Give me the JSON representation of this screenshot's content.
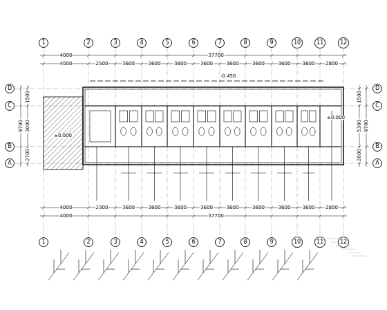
{
  "diagram": {
    "nodes": [
      {
        "text": [
          "1"
        ]
      },
      {
        "text": [
          "2"
        ]
      },
      {
        "text": [
          "3"
        ]
      },
      {
        "text": [
          "4"
        ]
      },
      {
        "text": [
          "5"
        ]
      },
      {
        "text": [
          "6"
        ]
      },
      {
        "text": [
          "7"
        ]
      },
      {
        "text": [
          "8"
        ]
      },
      {
        "text": [
          "9"
        ]
      },
      {
        "text": [
          "10"
        ]
      },
      {
        "text": [
          "11"
        ]
      },
      {
        "text": [
          "12"
        ]
      },
      {
        "text": [
          "D"
        ]
      },
      {
        "text": [
          "C"
        ]
      },
      {
        "text": [
          "B"
        ]
      },
      {
        "text": [
          "A"
        ]
      },
      {
        "text": [
          "D"
        ]
      },
      {
        "text": [
          "C"
        ]
      },
      {
        "text": [
          "B"
        ]
      },
      {
        "text": [
          "A"
        ]
      },
      {
        "text": [
          "1"
        ]
      },
      {
        "text": [
          "2"
        ]
      },
      {
        "text": [
          "3"
        ]
      },
      {
        "text": [
          "4"
        ]
      },
      {
        "text": [
          "5"
        ]
      },
      {
        "text": [
          "6"
        ]
      },
      {
        "text": [
          "7"
        ]
      },
      {
        "text": [
          "8"
        ]
      },
      {
        "text": [
          "9"
        ]
      },
      {
        "text": [
          "10"
        ]
      },
      {
        "text": [
          "11"
        ]
      },
      {
        "text": [
          "12"
        ]
      }
    ],
    "labels": [
      "4000",
      "37700",
      "4000",
      "2500",
      "3600",
      "3600",
      "3600",
      "3600",
      "3600",
      "3600",
      "3600",
      "3600",
      "2800",
      "4000",
      "2300",
      "3600",
      "3600",
      "3600",
      "3600",
      "3600",
      "3600",
      "3600",
      "3600",
      "2800",
      "4000",
      "37700",
      "1500",
      "3000",
      "2700",
      "9700",
      "1500",
      "5300",
      "2000",
      "9700",
      "-0.450",
      "±0.000",
      "±0.000"
    ]
  }
}
